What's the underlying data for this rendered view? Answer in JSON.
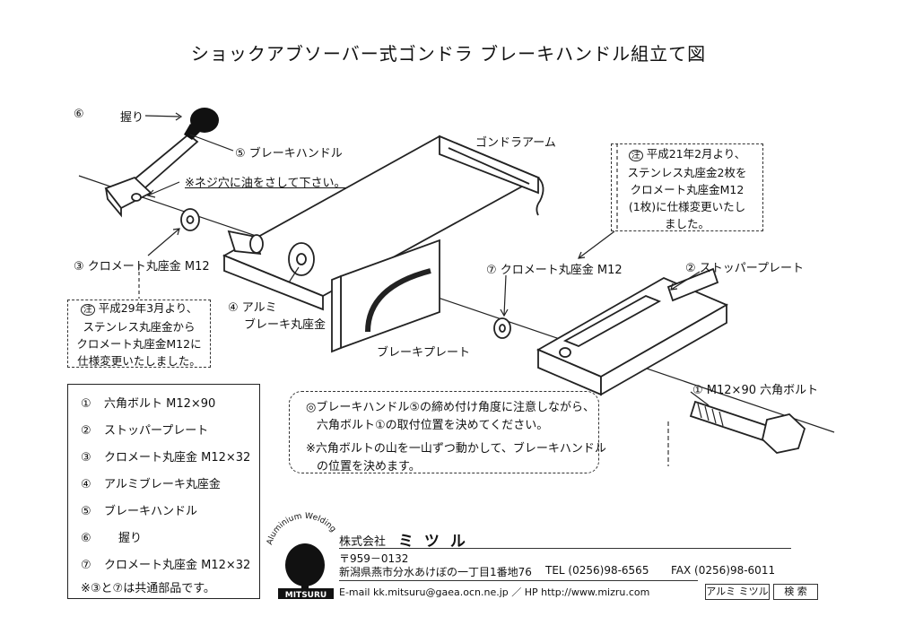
{
  "title": "ショックアブソーバー式ゴンドラ ブレーキハンドル組立て図",
  "labels": {
    "grip_num": "⑥",
    "grip": "握り",
    "handle": "⑤ ブレーキハンドル",
    "oil_note": "※ネジ穴に油をさして下さい。",
    "gondola_arm": "ゴンドラアーム",
    "washer3": "③ クロメート丸座金 M12",
    "washer4_line1": "④ アルミ",
    "washer4_line2": "ブレーキ丸座金",
    "brake_plate": "ブレーキプレート",
    "washer7": "⑦ クロメート丸座金 M12",
    "stopper": "② ストッパープレート",
    "bolt": "① M12×90 六角ボルト"
  },
  "note_left": {
    "mark": "注",
    "lines": [
      "平成29年3月より、",
      "ステンレス丸座金から",
      "クロメート丸座金M12に",
      "仕様変更いたしました。"
    ]
  },
  "note_right": {
    "mark": "注",
    "lines": [
      "平成21年2月より、",
      "ステンレス丸座金2枚を",
      "クロメート丸座金M12",
      "(1枚)に仕様変更いたし",
      "ました。"
    ]
  },
  "legend": [
    {
      "num": "①",
      "text": "六角ボルト M12×90"
    },
    {
      "num": "②",
      "text": "ストッパープレート"
    },
    {
      "num": "③",
      "text": "クロメート丸座金 M12×32"
    },
    {
      "num": "④",
      "text": "アルミブレーキ丸座金"
    },
    {
      "num": "⑤",
      "text": "ブレーキハンドル"
    },
    {
      "num": "⑥",
      "text": "握り"
    },
    {
      "num": "⑦",
      "text": "クロメート丸座金 M12×32"
    }
  ],
  "legend_footer": "※③と⑦は共通部品です。",
  "center_note": {
    "line1": "◎ブレーキハンドル⑤の締め付け角度に注意しながら、",
    "line2": "六角ボルト①の取付位置を決めてください。",
    "line3": "※六角ボルトの山を一山ずつ動かして、ブレーキハンドル",
    "line4": "の位置を決めます。"
  },
  "company": {
    "logo_arc": "Aluminium Welding",
    "logo_name": "MITSURU",
    "name_prefix": "株式会社",
    "name": "ミ ツ ル",
    "postal": "〒959－0132",
    "address": "新潟県燕市分水あけぼの一丁目1番地76",
    "tel": "TEL (0256)98-6565",
    "fax": "FAX (0256)98-6011",
    "email": "E-mail kk.mitsuru@gaea.ocn.ne.jp ／ HP http://www.mizru.com",
    "search_keyword": "アルミ ミツル",
    "search_button": "検 索"
  }
}
